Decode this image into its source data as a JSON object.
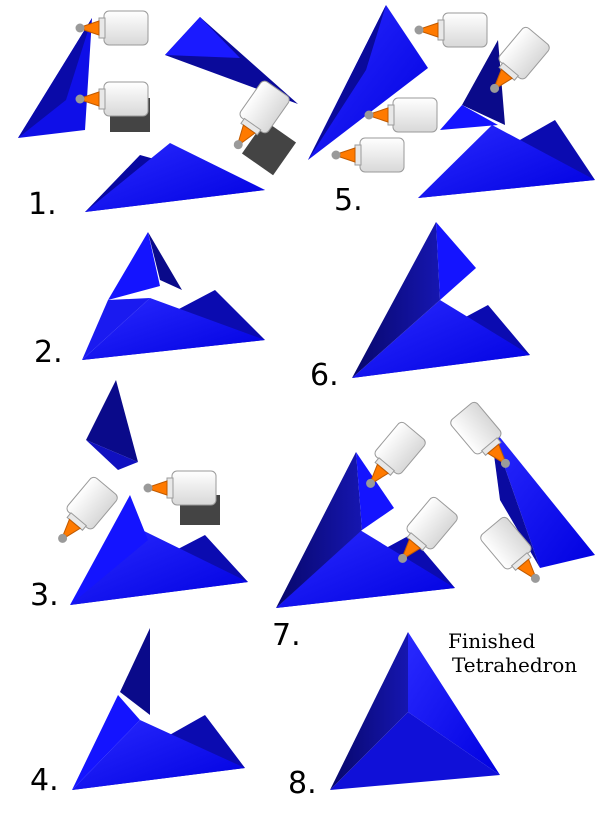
{
  "steps": [
    "1.",
    "2.",
    "3.",
    "4.",
    "5.",
    "6.",
    "7.",
    "8."
  ],
  "caption": {
    "line1": "Finished",
    "line2": "Tetrahedron"
  },
  "colors": {
    "face_bright": "#1414ff",
    "face_mid": "#0a0ad0",
    "face_dark": "#0a0a8a",
    "glue_body": "#f4f4f4",
    "glue_nozzle": "#ff7a00",
    "shadow": "#3a3a3a"
  }
}
